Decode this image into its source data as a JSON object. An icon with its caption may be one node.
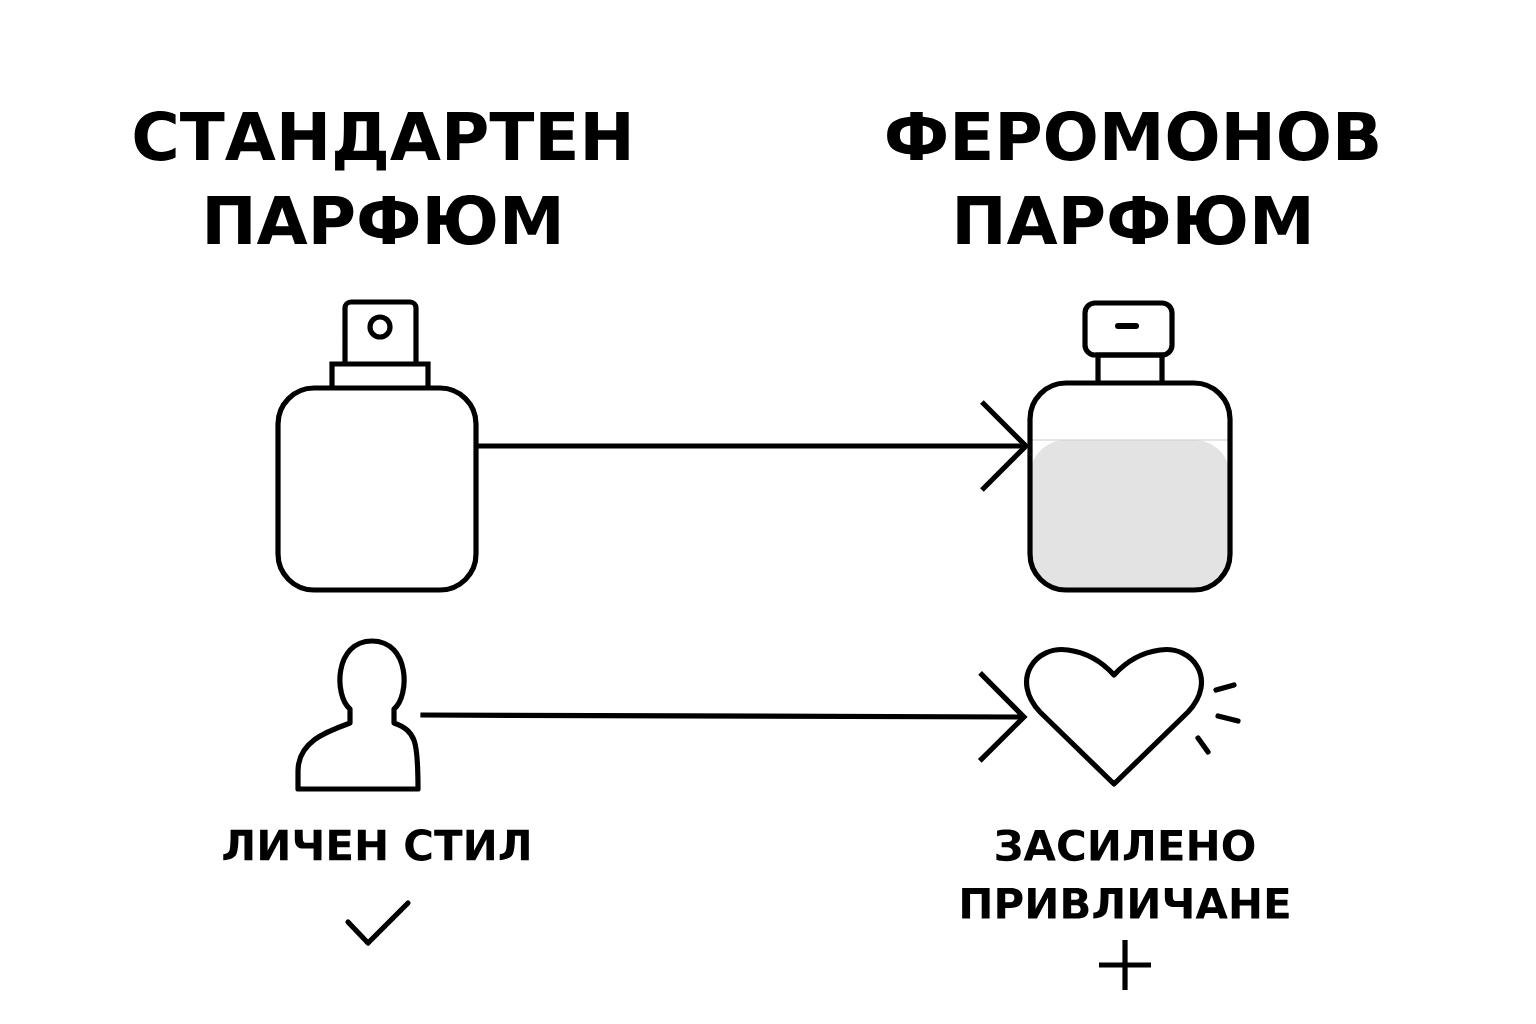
{
  "diagram": {
    "nodes": [
      {
        "text": [],
        "shape": "picture"
      },
      {
        "text": [],
        "shape": "picture"
      },
      {
        "text": [],
        "shape": "person",
        "beside": [
          "ЛИЧЕН СТИЛ"
        ]
      },
      {
        "text": [],
        "shape": "picture",
        "beside": [
          "ЗАСИЛЕНО ПРИВЛИЧАНЕ"
        ]
      }
    ],
    "edges": [
      {
        "from": 0,
        "to": 1,
        "arrow": "to"
      },
      {
        "from": 2,
        "to": 3,
        "arrow": "to"
      }
    ],
    "labels": [
      "СТАНДАРТЕН ПАРФЮМ",
      "ФЕРОМОНОВ ПАРФЮМ"
    ]
  }
}
